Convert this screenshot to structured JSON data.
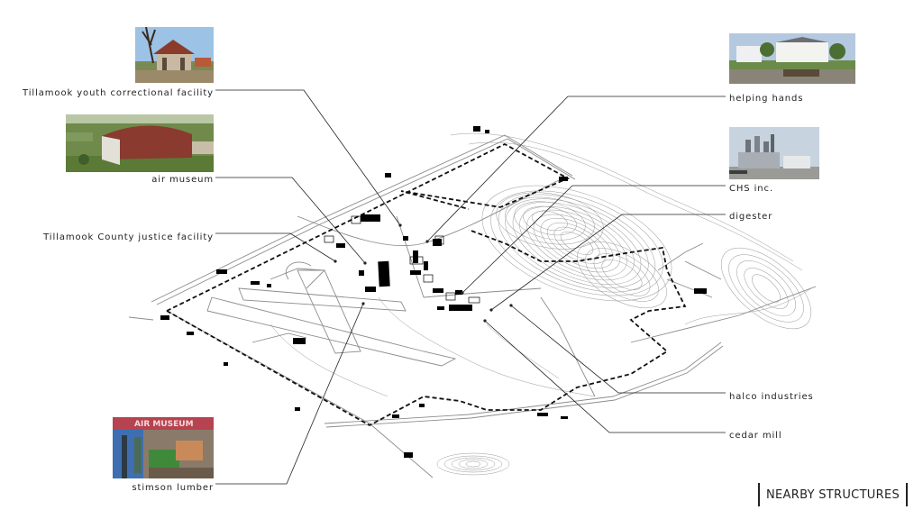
{
  "title": "NEARBY STRUCTURES",
  "structures": {
    "youth_facility": "Tillamook youth correctional facility",
    "air_museum": "air museum",
    "justice_facility": "Tillamook County justice facility",
    "stimson": "stimson lumber",
    "helping_hands": "helping hands",
    "chs": "CHS inc.",
    "digester": "digester",
    "halco": "halco industries",
    "cedar_mill": "cedar mill"
  },
  "photo_sign": "AIR MUSEUM"
}
